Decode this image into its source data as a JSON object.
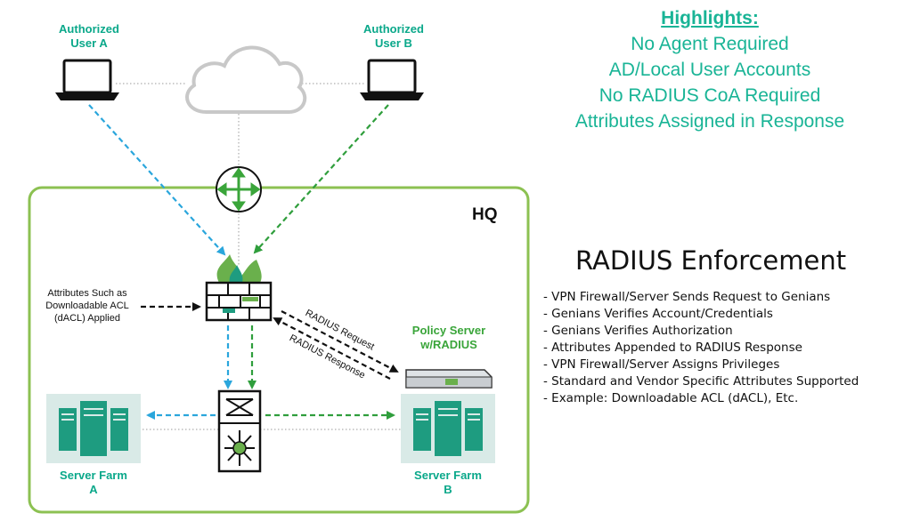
{
  "users": {
    "user_a": "Authorized\nUser A",
    "user_b": "Authorized\nUser B"
  },
  "highlights": {
    "title": "Highlights:",
    "items": [
      "No Agent Required",
      "AD/Local User Accounts",
      "No RADIUS CoA Required",
      "Attributes Assigned in Response"
    ]
  },
  "hq_label": "HQ",
  "dacl_note": "Attributes Such as\nDownloadable ACL\n(dACL) Applied",
  "radius_request": "RADIUS Request",
  "radius_response": "RADIUS Response",
  "policy_server": "Policy Server\nw/RADIUS",
  "server_farm_a": "Server Farm\nA",
  "server_farm_b": "Server Farm\nB",
  "enforcement": {
    "title": "RADIUS Enforcement",
    "items": [
      "- VPN Firewall/Server Sends Request to Genians",
      "- Genians Verifies Account/Credentials",
      "- Genians Verifies Authorization",
      "- Attributes Appended to RADIUS Response",
      "- VPN Firewall/Server Assigns Privileges",
      "- Standard and Vendor Specific Attributes Supported",
      "- Example: Downloadable ACL (dACL), Etc."
    ]
  },
  "colors": {
    "teal": "#0aa88a",
    "blue_arrow": "#2aa6dc",
    "green_arrow": "#2f9e3c",
    "hq_border": "#8cc152",
    "server_icon": "#1e9c80"
  }
}
